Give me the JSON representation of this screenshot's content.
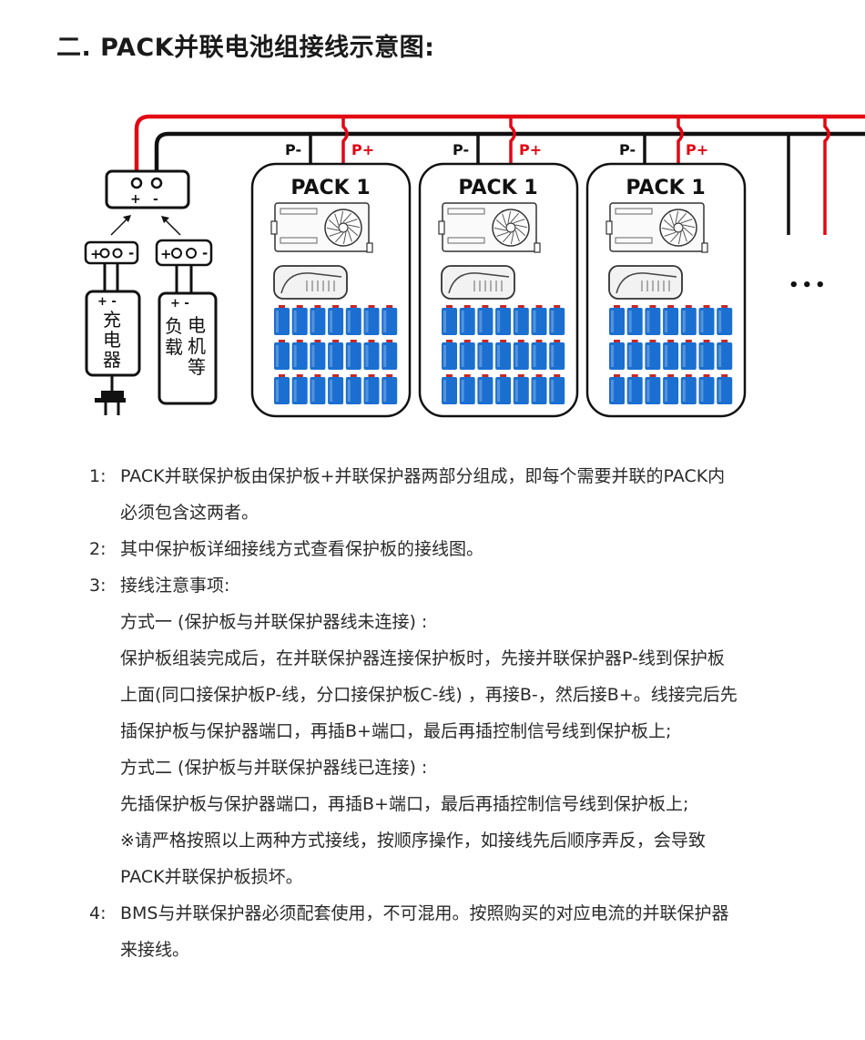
{
  "title": "二. PACK并联电池组接线示意图:",
  "diagram": {
    "pack_label": "PACK 1",
    "p_minus": "P-",
    "p_plus": "P+",
    "junction_plus": "+",
    "junction_minus": "-",
    "connector_text": "+○○-",
    "charger_terminals": "+ -",
    "charger_label": [
      "充",
      "电",
      "器"
    ],
    "load_terminals": "+ -",
    "load_label_col1": [
      "负",
      "载"
    ],
    "load_label_col2": [
      "电",
      "机",
      "等"
    ],
    "ellipsis": "•••",
    "colors": {
      "positive_wire": "#e30613",
      "negative_wire": "#111111",
      "battery_cell": "#1b6fd1"
    }
  },
  "notes": [
    {
      "num": "1:",
      "text": "PACK并联保护板由保护板+并联保护器两部分组成，即每个需要并联的PACK内"
    },
    {
      "num": "",
      "text": "必须包含这两者。"
    },
    {
      "num": "2:",
      "text": "其中保护板详细接线方式查看保护板的接线图。"
    },
    {
      "num": "3:",
      "text": "接线注意事项:"
    },
    {
      "num": "",
      "text": "方式一 (保护板与并联保护器线未连接) :"
    },
    {
      "num": "",
      "text": "保护板组装完成后，在并联保护器连接保护板时，先接并联保护器P-线到保护板"
    },
    {
      "num": "",
      "text": "上面(同口接保护板P-线，分口接保护板C-线) ，再接B-，然后接B+。线接完后先"
    },
    {
      "num": "",
      "text": "插保护板与保护器端口，再插B+端口，最后再插控制信号线到保护板上;"
    },
    {
      "num": "",
      "text": "方式二 (保护板与并联保护器线已连接) :"
    },
    {
      "num": "",
      "text": "先插保护板与保护器端口，再插B+端口，最后再插控制信号线到保护板上;"
    },
    {
      "num": "",
      "text": "※请严格按照以上两种方式接线，按顺序操作，如接线先后顺序弄反，会导致"
    },
    {
      "num": "",
      "text": "PACK并联保护板损坏。"
    },
    {
      "num": "4:",
      "text": "BMS与并联保护器必须配套使用，不可混用。按照购买的对应电流的并联保护器"
    },
    {
      "num": "",
      "text": "来接线。"
    }
  ]
}
